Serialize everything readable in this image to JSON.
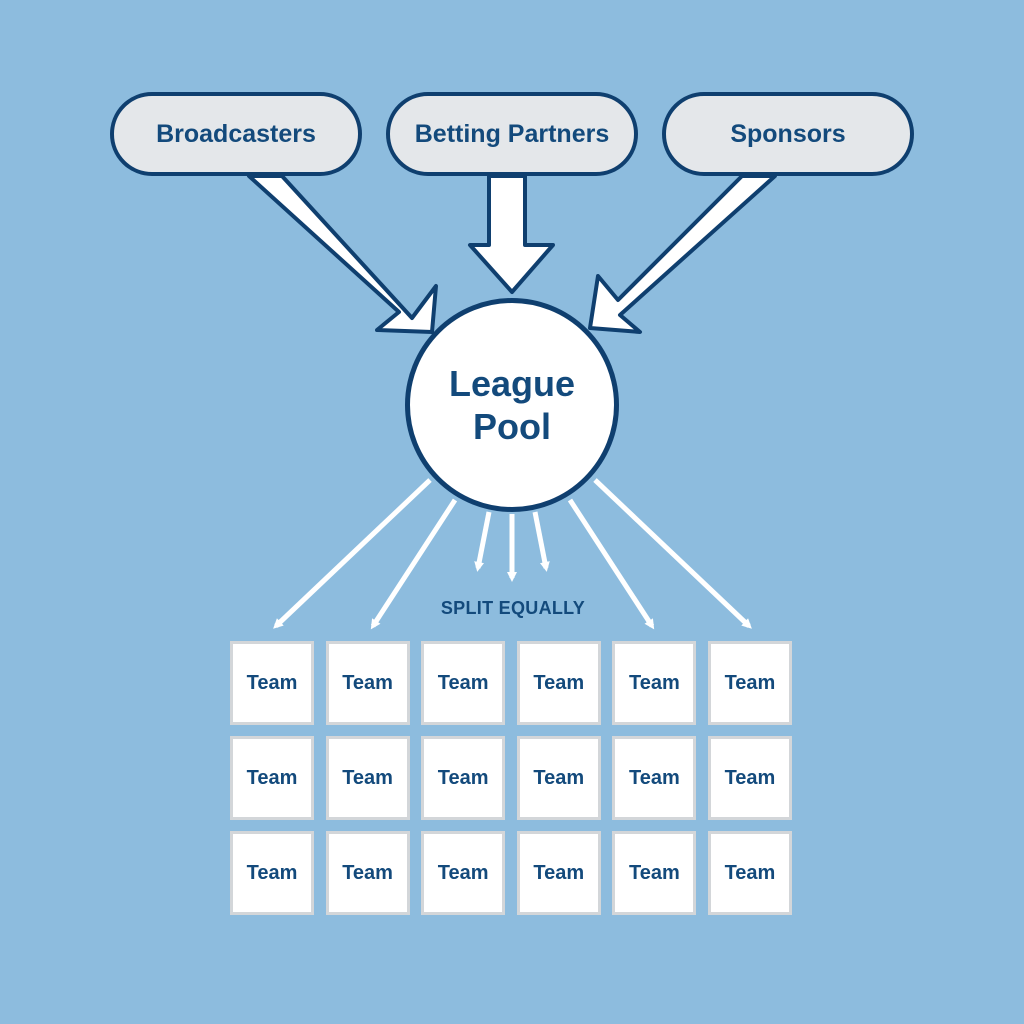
{
  "colors": {
    "background": "#8dbcde",
    "navy": "#134a7c",
    "outline": "#0f3f6f",
    "box_fill": "#e4e7ea",
    "arrow_fill": "#ffffff"
  },
  "sources": [
    {
      "label": "Broadcasters"
    },
    {
      "label": "Betting Partners"
    },
    {
      "label": "Sponsors"
    }
  ],
  "pool": {
    "line1": "League",
    "line2": "Pool"
  },
  "split_label": "SPLIT EQUALLY",
  "teams": [
    "Team",
    "Team",
    "Team",
    "Team",
    "Team",
    "Team",
    "Team",
    "Team",
    "Team",
    "Team",
    "Team",
    "Team",
    "Team",
    "Team",
    "Team",
    "Team",
    "Team",
    "Team"
  ]
}
